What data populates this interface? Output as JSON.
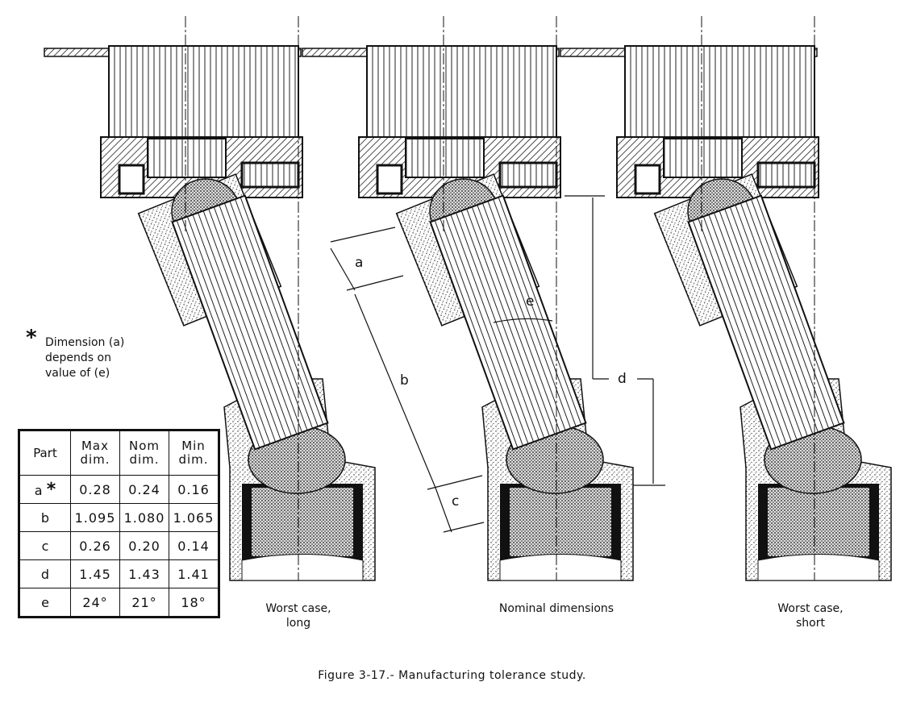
{
  "note": {
    "marker": "*",
    "line1": "Dimension (a)",
    "line2": "depends on",
    "line3": "value of (e)"
  },
  "table": {
    "headers": [
      "Part",
      "Max dim.",
      "Nom dim.",
      "Min dim."
    ],
    "rows": [
      {
        "part": "a",
        "flag": "*",
        "max": "0.28",
        "nom": "0.24",
        "min": "0.16"
      },
      {
        "part": "b",
        "flag": "",
        "max": "1.095",
        "nom": "1.080",
        "min": "1.065"
      },
      {
        "part": "c",
        "flag": "",
        "max": "0.26",
        "nom": "0.20",
        "min": "0.14"
      },
      {
        "part": "d",
        "flag": "",
        "max": "1.45",
        "nom": "1.43",
        "min": "1.41"
      },
      {
        "part": "e",
        "flag": "",
        "max": "24°",
        "nom": "21°",
        "min": "18°"
      }
    ]
  },
  "dimension_labels": {
    "a": "a",
    "b": "b",
    "c": "c",
    "d": "d",
    "e": "e"
  },
  "captions": {
    "left_1": "Worst case,",
    "left_2": "long",
    "middle": "Nominal dimensions",
    "right_1": "Worst case,",
    "right_2": "short"
  },
  "figure_caption": "Figure 3-17.-  Manufacturing tolerance study."
}
